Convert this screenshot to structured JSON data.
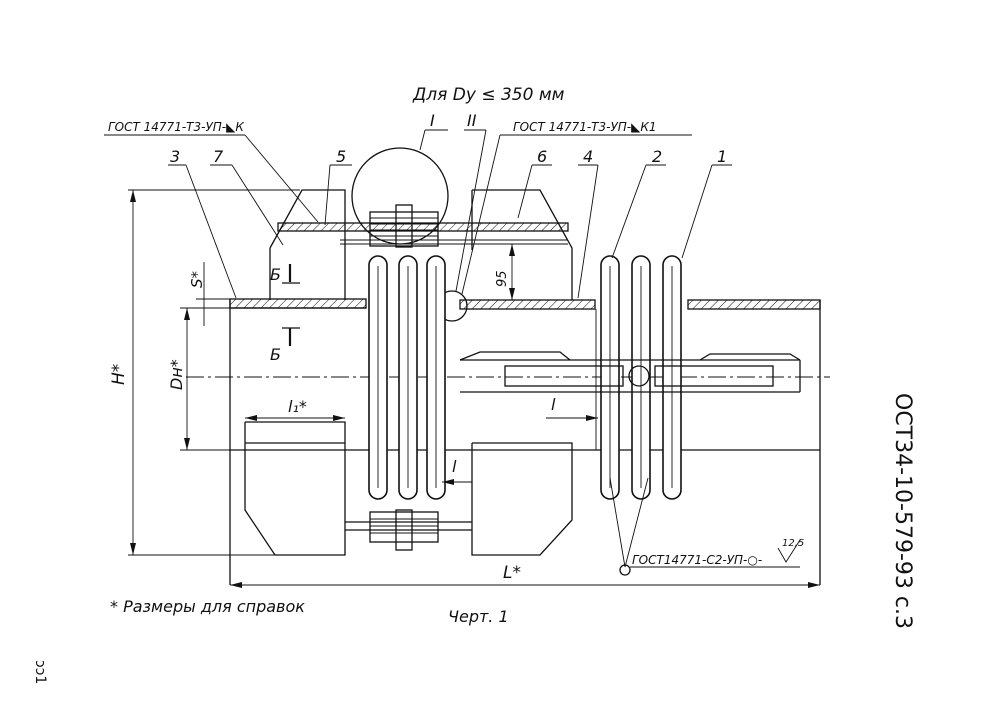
{
  "title": "Для Dy ≤ 350 мм",
  "callouts": {
    "weld_left": "ГОСТ 14771-Т3-УП-◣К",
    "weld_right": "ГОСТ 14771-Т3-УП-◣К1",
    "weld_bottom": "ГОСТ14771-С2-УП-○-",
    "roughness": "12,5"
  },
  "positions": [
    "3",
    "7",
    "5",
    "6",
    "4",
    "2",
    "1"
  ],
  "views": [
    "I",
    "II"
  ],
  "section_label": "Б",
  "dimensions": {
    "H": "H*",
    "S": "S*",
    "DN": "Dн*",
    "L1": "l₁*",
    "l": "l",
    "L": "L*",
    "gap": "95"
  },
  "footnote": "* Размеры для справок",
  "caption": "Черт. 1",
  "doc_code": "ОСТ34-10-579-93 с.3",
  "margin_mark": "ɔɔ1"
}
